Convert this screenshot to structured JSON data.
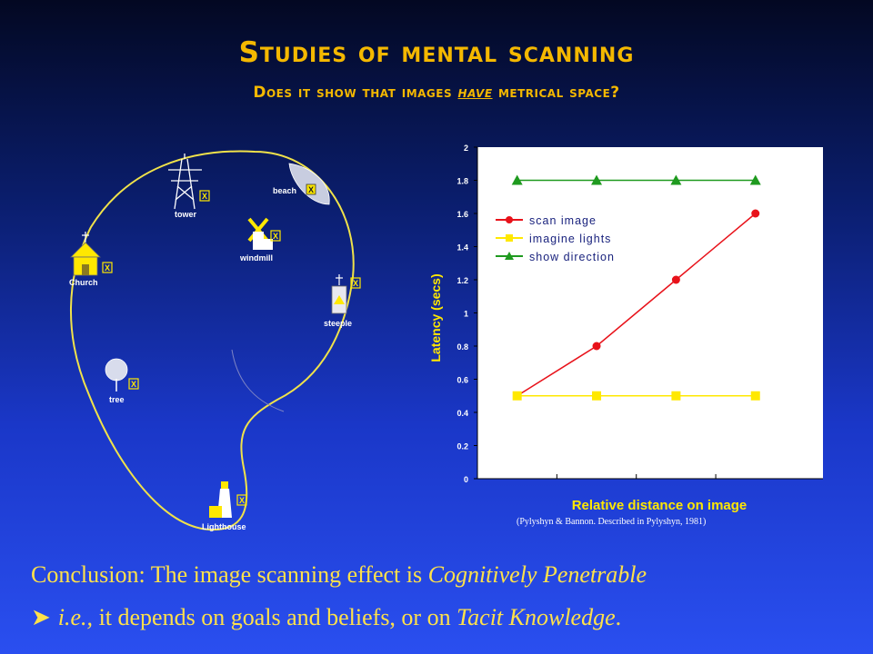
{
  "slide": {
    "title": "Studies of mental scanning",
    "subtitle_pre": "Does it show that images ",
    "subtitle_em": "have",
    "subtitle_post": " metrical space?",
    "citation": "(Pylyshyn & Bannon. Described in Pylyshyn, 1981)",
    "conclusion_pre": "Conclusion: The image scanning effect is ",
    "conclusion_em": "Cognitively Penetrable",
    "bullet_ie": "i.e.,",
    "bullet_mid": " it depends on goals and beliefs, or on ",
    "bullet_em": "Tacit Knowledge",
    "bullet_end": "."
  },
  "map": {
    "labels": {
      "tower": "tower",
      "beach": "beach",
      "windmill": "windmill",
      "church": "Church",
      "steeple": "steeple",
      "tree": "tree",
      "lighthouse": "Lighthouse"
    },
    "marker": "X"
  },
  "chart_data": {
    "type": "line",
    "x": [
      1,
      2,
      3,
      4
    ],
    "xlabel": "Relative distance on image",
    "ylabel": "Latency (secs)",
    "ylim": [
      0,
      2
    ],
    "yticks": [
      "0",
      "0.2",
      "0.4",
      "0.6",
      "0.8",
      "1",
      "1.2",
      "1.4",
      "1.6",
      "1.8",
      "2"
    ],
    "legend_position": "upper-left",
    "series": [
      {
        "name": "scan image",
        "values": [
          0.5,
          0.8,
          1.2,
          1.6
        ],
        "color": "#e8121a",
        "marker": "circle"
      },
      {
        "name": "imagine lights",
        "values": [
          0.5,
          0.5,
          0.5,
          0.5
        ],
        "color": "#ffe800",
        "marker": "square"
      },
      {
        "name": "show direction",
        "values": [
          1.8,
          1.8,
          1.8,
          1.8
        ],
        "color": "#1f9a1f",
        "marker": "triangle"
      }
    ]
  },
  "colors": {
    "accent": "#f4b800",
    "text_yellow": "#ffe14a",
    "chart_bg": "#ffffff"
  }
}
